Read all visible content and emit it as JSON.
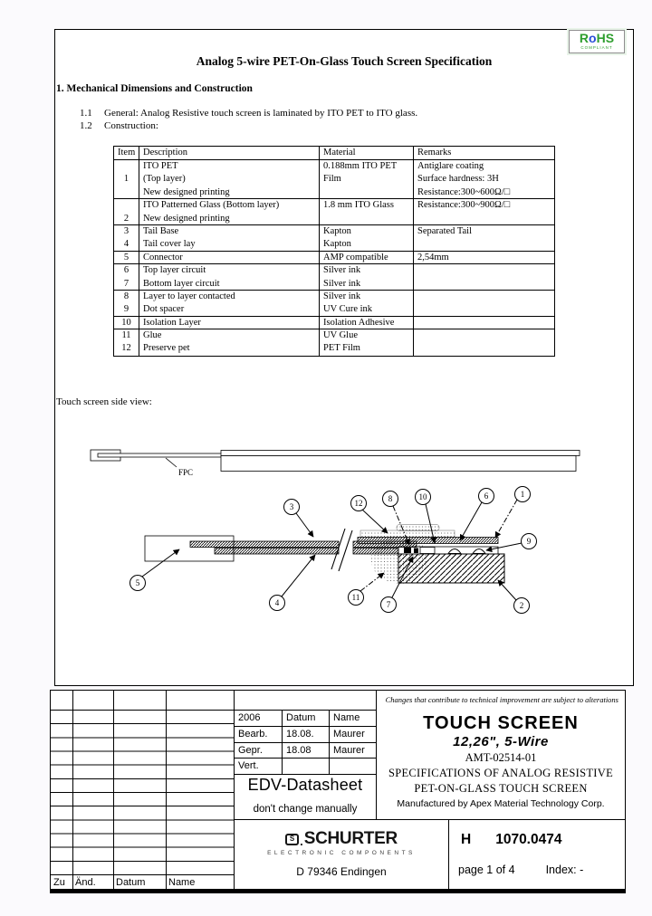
{
  "header": {
    "rohs": {
      "r": "R",
      "o": "o",
      "hs": "HS",
      "compliant": "COMPLIANT",
      "green": "#2f9e2f",
      "blue": "#2b4fd8"
    },
    "title": "Analog 5-wire PET-On-Glass Touch Screen Specification"
  },
  "section": {
    "heading": "1.  Mechanical Dimensions and Construction",
    "items": [
      {
        "no": "1.1",
        "text": "General: Analog Resistive touch screen is laminated by ITO PET to ITO glass."
      },
      {
        "no": "1.2",
        "text": "Construction:"
      }
    ]
  },
  "table": {
    "headers": [
      "Item",
      "Description",
      "Material",
      "Remarks"
    ],
    "lines": [
      {
        "item": "",
        "desc": "ITO PET",
        "material": "0.188mm ITO PET",
        "remarks": "Antiglare coating",
        "end": false
      },
      {
        "item": "1",
        "desc": "(Top layer)",
        "material": "Film",
        "remarks": "Surface hardness: 3H",
        "end": false
      },
      {
        "item": "",
        "desc": "New designed printing",
        "material": "",
        "remarks": "Resistance:300~600Ω/□",
        "end": true
      },
      {
        "item": "",
        "desc": "ITO Patterned Glass (Bottom layer)",
        "material": "1.8 mm ITO Glass",
        "remarks": "Resistance:300~900Ω/□",
        "end": false
      },
      {
        "item": "2",
        "desc": "New designed printing",
        "material": "",
        "remarks": "",
        "end": true
      },
      {
        "item": "3",
        "desc": "Tail Base",
        "material": "Kapton",
        "remarks": "Separated Tail",
        "end": false
      },
      {
        "item": "4",
        "desc": "Tail cover lay",
        "material": "Kapton",
        "remarks": "",
        "end": true
      },
      {
        "item": "5",
        "desc": "Connector",
        "material": "AMP compatible",
        "remarks": "2,54mm",
        "end": true
      },
      {
        "item": "6",
        "desc": "Top layer circuit",
        "material": "Silver ink",
        "remarks": "",
        "end": false
      },
      {
        "item": "7",
        "desc": "Bottom layer circuit",
        "material": "Silver ink",
        "remarks": "",
        "end": true
      },
      {
        "item": "8",
        "desc": "Layer to layer contacted",
        "material": "Silver ink",
        "remarks": "",
        "end": false
      },
      {
        "item": "9",
        "desc": "Dot spacer",
        "material": "UV Cure ink",
        "remarks": "",
        "end": true
      },
      {
        "item": "10",
        "desc": "Isolation Layer",
        "material": "Isolation Adhesive",
        "remarks": "",
        "end": true
      },
      {
        "item": "11",
        "desc": "Glue",
        "material": "UV Glue",
        "remarks": "",
        "end": false
      },
      {
        "item": "12",
        "desc": "Preserve pet",
        "material": "PET Film",
        "remarks": "",
        "end": true
      }
    ]
  },
  "diagram": {
    "caption": "Touch screen side view:",
    "fpc_label": "FPC",
    "balloons": [
      "1",
      "2",
      "3",
      "4",
      "5",
      "6",
      "7",
      "8",
      "9",
      "10",
      "11",
      "12"
    ]
  },
  "title_block": {
    "note": "Changes that contribute to technical improvement are subject to alterations",
    "approval": {
      "rows": [
        [
          "2006",
          "Datum",
          "Name"
        ],
        [
          "Bearb.",
          "18.08.",
          "Maurer"
        ],
        [
          "Gepr.",
          "18.08",
          "Maurer"
        ],
        [
          "Vert.",
          "",
          ""
        ]
      ]
    },
    "edv": {
      "title": "EDV-Datasheet",
      "warning": "don't change manually"
    },
    "product": {
      "title": "TOUCH SCREEN",
      "subtitle": "12,26\",  5-Wire",
      "part_number": "AMT-02514-01",
      "spec_line1": "SPECIFICATIONS OF ANALOG RESISTIVE",
      "spec_line2": "PET-ON-GLASS TOUCH SCREEN",
      "manufacturer": "Manufactured by Apex Material Technology Corp."
    },
    "company": {
      "logo_mark": "S",
      "logo_dot": ".",
      "name": "SCHURTER",
      "tagline": "ELECTRONIC COMPONENTS",
      "address": "D 79346 Endingen"
    },
    "document": {
      "size_class": "H",
      "number": "1070.0474",
      "page": "page 1 of 4",
      "index": "Index: -"
    },
    "revision_columns": [
      "Zu",
      "Änd.",
      "Datum",
      "Name"
    ]
  }
}
